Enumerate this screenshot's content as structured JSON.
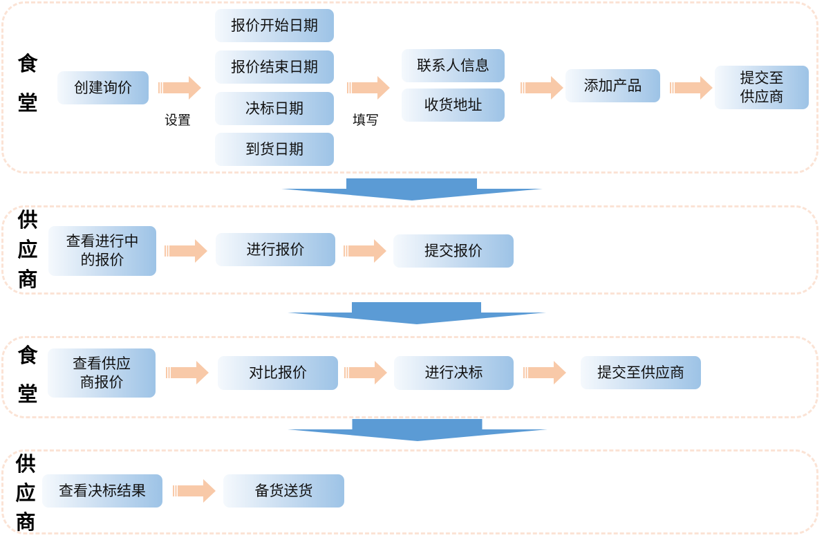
{
  "colors": {
    "lane_border": "#FBE3D5",
    "box_gradient_start": "#F5F9FD",
    "box_gradient_end": "#9DC3E6",
    "flow_arrow": "#F8C9A8",
    "down_arrow": "#5B9BD5"
  },
  "lanes": [
    {
      "actor": [
        "食",
        "堂"
      ],
      "steps": {
        "create_inquiry": "创建询价",
        "set_label": "设置",
        "dates": [
          "报价开始日期",
          "报价结束日期",
          "决标日期",
          "到货日期"
        ],
        "fill_label": "填写",
        "info": [
          "联系人信息",
          "收货地址"
        ],
        "add_product": "添加产品",
        "submit": [
          "提交至",
          "供应商"
        ]
      }
    },
    {
      "actor": [
        "供",
        "应",
        "商"
      ],
      "steps": {
        "view_ongoing": [
          "查看进行中",
          "的报价"
        ],
        "quote": "进行报价",
        "submit_quote": "提交报价"
      }
    },
    {
      "actor": [
        "食",
        "堂"
      ],
      "steps": {
        "view_quotes": [
          "查看供应",
          "商报价"
        ],
        "compare": "对比报价",
        "award": "进行决标",
        "submit_supplier": "提交至供应商"
      }
    },
    {
      "actor": [
        "供",
        "应",
        "商"
      ],
      "steps": {
        "view_result": "查看决标结果",
        "ship": "备货送货"
      }
    }
  ]
}
